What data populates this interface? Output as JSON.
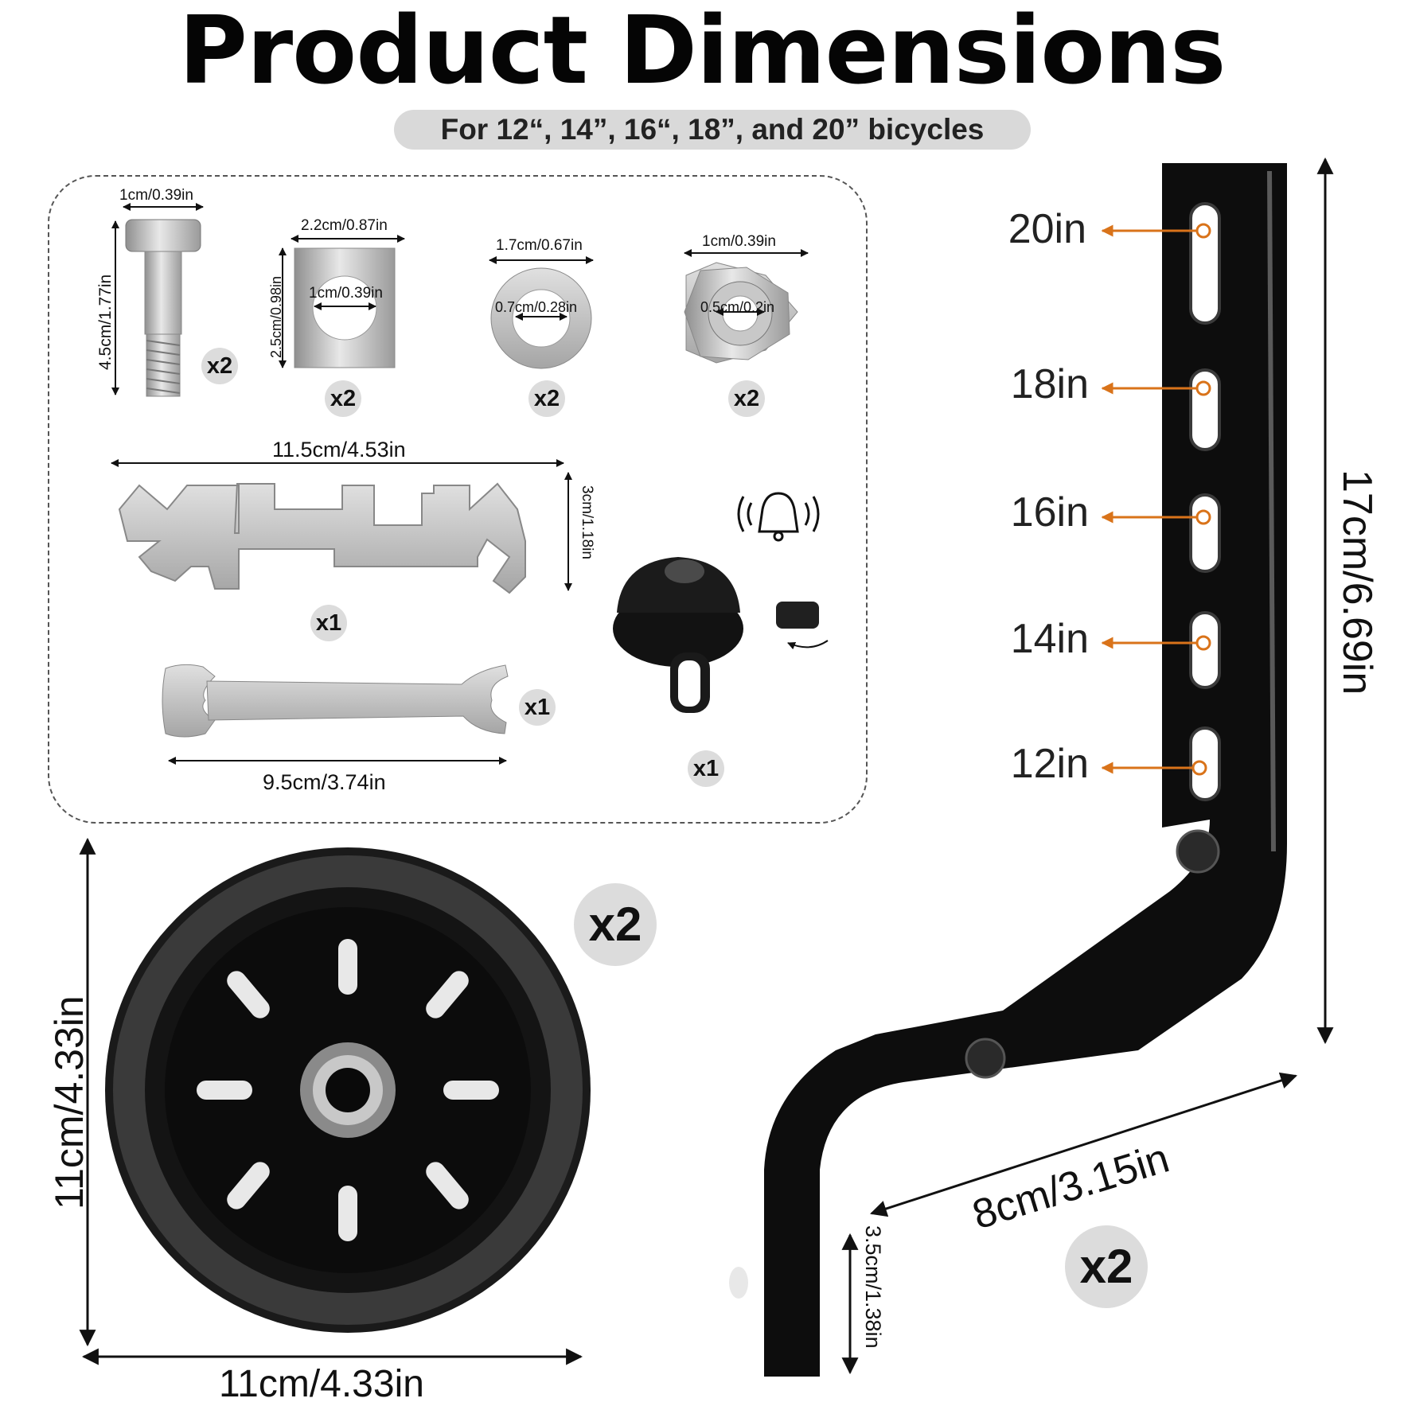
{
  "title": "Product Dimensions",
  "subtitle": "For 12“, 14”, 16“, 18”, and 20” bicycles",
  "parts": {
    "bolt": {
      "width": "1cm/0.39in",
      "length": "4.5cm/1.77in",
      "qty": "x2"
    },
    "plate": {
      "width": "2.2cm/0.87in",
      "height": "2.5cm/0.98in",
      "hole": "1cm/0.39in",
      "qty": "x2"
    },
    "washer": {
      "outer": "1.7cm/0.67in",
      "inner": "0.7cm/0.28in",
      "qty": "x2"
    },
    "nut": {
      "outer": "1cm/0.39in",
      "inner": "0.5cm/0.2in",
      "qty": "x2"
    },
    "wrench_large": {
      "length": "11.5cm/4.53in",
      "height": "3cm/1.18in",
      "qty": "x1"
    },
    "wrench_small": {
      "length": "9.5cm/3.74in",
      "qty": "x1"
    },
    "bell": {
      "qty": "x1"
    }
  },
  "wheel": {
    "height": "11cm/4.33in",
    "width": "11cm/4.33in",
    "qty": "x2"
  },
  "bracket": {
    "height": "17cm/6.69in",
    "arm_length": "8cm/3.15in",
    "foot_height": "3.5cm/1.38in",
    "qty": "x2",
    "holes": [
      "20in",
      "18in",
      "16in",
      "14in",
      "12in"
    ]
  },
  "colors": {
    "accent_arrow": "#d9731a",
    "badge_bg": "#dcdcdc",
    "metal": "#b8b8b8",
    "bracket": "#0d0d0d"
  }
}
